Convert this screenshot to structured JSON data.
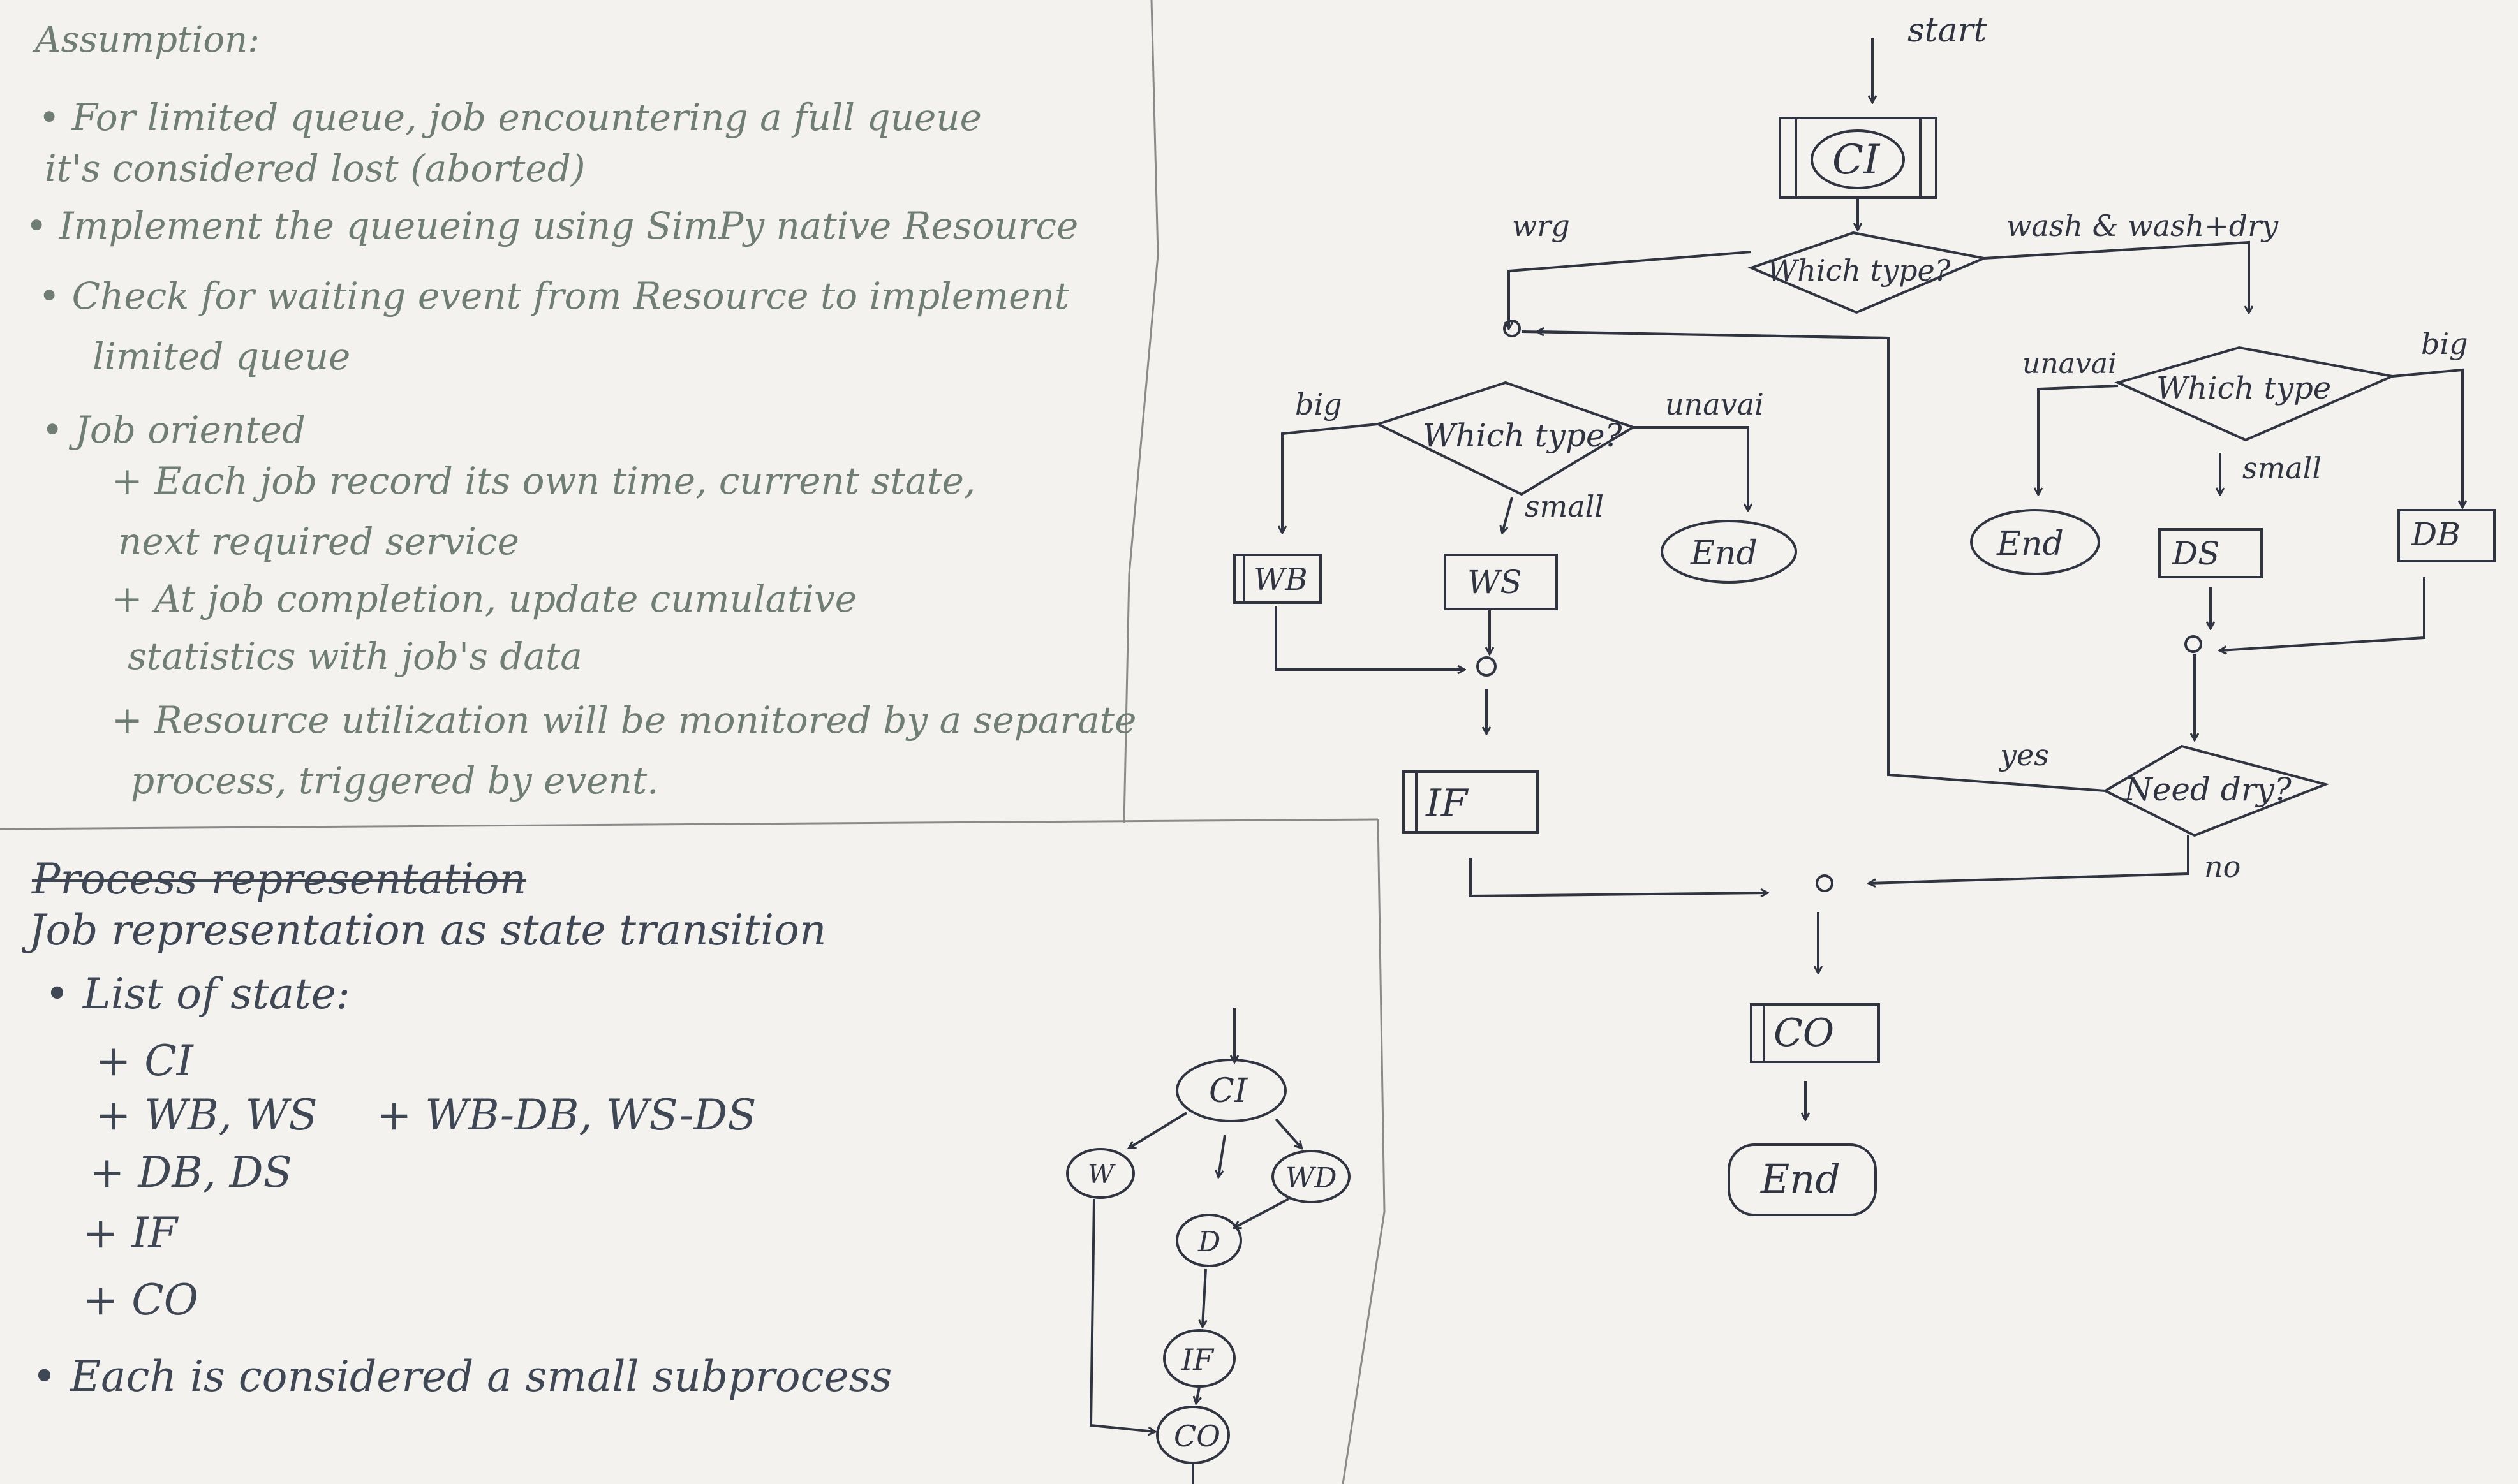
{
  "notes": {
    "assumption": {
      "title": "Assumption:",
      "lines": [
        "• For limited queue, job encountering a full queue",
        "it's considered lost (aborted)",
        "• Implement the queueing using SimPy native Resource",
        "• Check for waiting event from Resource to implement",
        "limited queue",
        "• Job oriented",
        "+ Each job record its own time, current state,",
        "next required service",
        "+ At job completion, update cumulative",
        "statistics with job's data",
        "+ Resource utilization will be monitored by a separate",
        "process, triggered by event."
      ]
    },
    "representation": {
      "struck_heading": "Process representation",
      "heading": "Job representation as state transition",
      "list_title": "• List of state:",
      "states": [
        "+ CI",
        "+ WB, WS",
        "+ WB-DB, WS-DS",
        "+ DB, DS",
        "+ IF",
        "+ CO"
      ],
      "footer": "• Each is considered a small subprocess"
    }
  },
  "flowchart": {
    "start": "start",
    "ci": "CI",
    "which_type_1": "Which type?",
    "label_wrg": "wrg",
    "label_wash": "wash & wash+dry",
    "which_type_2": "Which type?",
    "label_big_left": "big",
    "label_unavai_left": "unavai",
    "label_small_left": "small",
    "wb": "WB",
    "ws": "WS",
    "end_left": "End",
    "which_type_3": "Which type",
    "label_unavai_right": "unavai",
    "label_small_right": "small",
    "label_big_right": "big",
    "end_right": "End",
    "ds": "DS",
    "db": "DB",
    "need_dry": "Need dry?",
    "label_yes": "yes",
    "label_no": "no",
    "if": "IF",
    "co": "CO",
    "end_final": "End"
  },
  "state_graph": {
    "ci": "CI",
    "w": "W",
    "wd": "WD",
    "d": "D",
    "if": "IF",
    "co": "CO"
  },
  "colors": {
    "paper": "#f4f2ee",
    "ink_green": "#6f7d74",
    "ink_dark": "#2f3440"
  }
}
